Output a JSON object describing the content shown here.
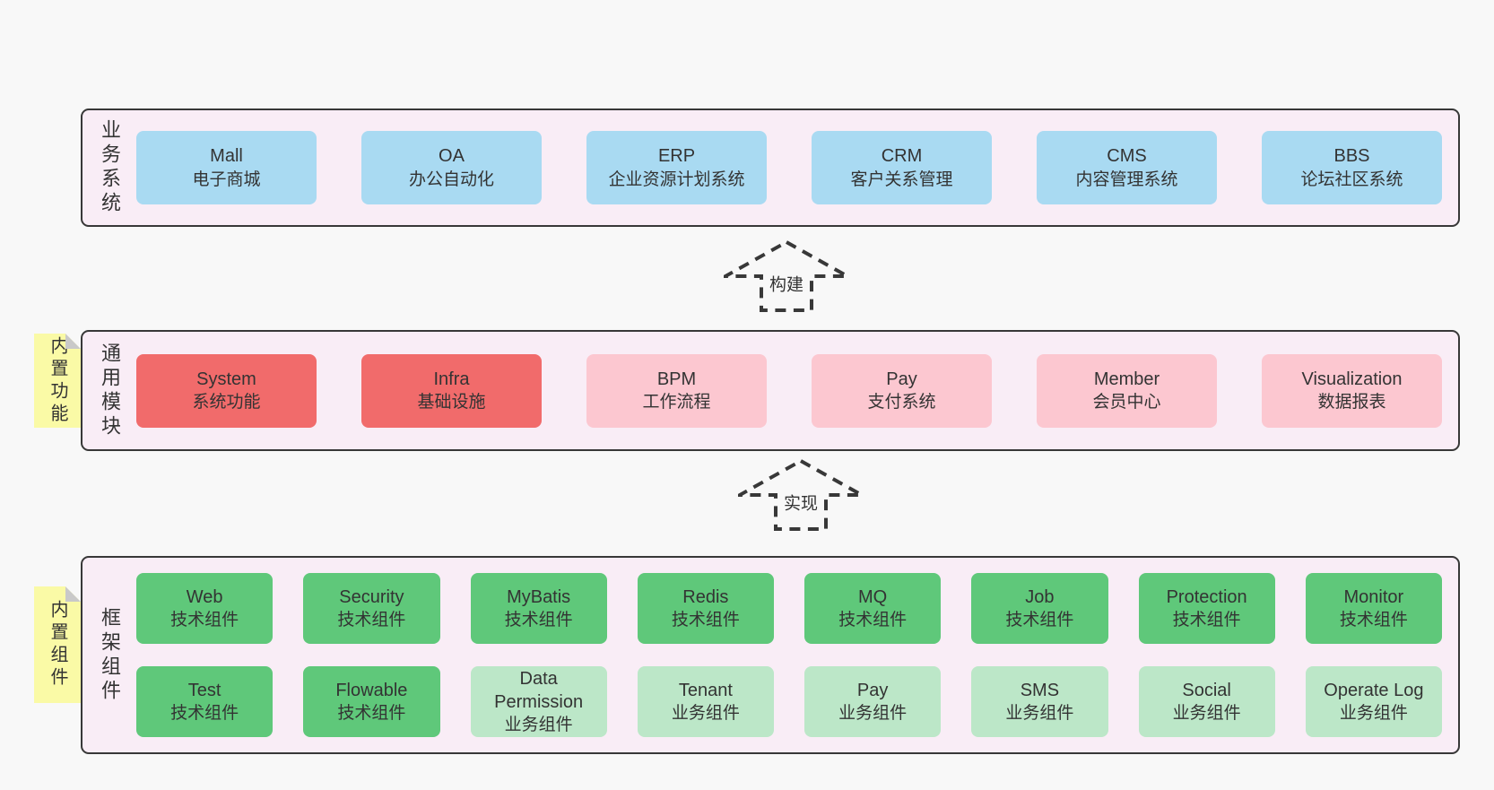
{
  "colors": {
    "page-bg": "#f8f8f8",
    "band-bg": "#f9edf6",
    "band-border": "#383838",
    "c-blue": "#a9daf2",
    "c-red": "#f16b6b",
    "c-pink": "#fcc7d0",
    "c-green": "#5fc87a",
    "c-lightgreen": "#bce7c8",
    "c-yellow": "#fafaa6",
    "c-fold": "#c9c9c9",
    "c-text": "#333333"
  },
  "arrows": [
    {
      "label": "构建"
    },
    {
      "label": "实现"
    }
  ],
  "sections": [
    {
      "label": "业务系统",
      "boxes": [
        {
          "name": "Mall",
          "desc": "电子商城"
        },
        {
          "name": "OA",
          "desc": "办公自动化"
        },
        {
          "name": "ERP",
          "desc": "企业资源计划系统"
        },
        {
          "name": "CRM",
          "desc": "客户关系管理"
        },
        {
          "name": "CMS",
          "desc": "内容管理系统"
        },
        {
          "name": "BBS",
          "desc": "论坛社区系统"
        }
      ]
    },
    {
      "label": "通用模块",
      "note": "内置功能",
      "boxes": [
        {
          "name": "System",
          "desc": "系统功能"
        },
        {
          "name": "Infra",
          "desc": "基础设施"
        },
        {
          "name": "BPM",
          "desc": "工作流程"
        },
        {
          "name": "Pay",
          "desc": "支付系统"
        },
        {
          "name": "Member",
          "desc": "会员中心"
        },
        {
          "name": "Visualization",
          "desc": "数据报表"
        }
      ]
    },
    {
      "label": "框架组件",
      "note": "内置组件",
      "rows": [
        [
          {
            "name": "Web",
            "desc": "技术组件"
          },
          {
            "name": "Security",
            "desc": "技术组件"
          },
          {
            "name": "MyBatis",
            "desc": "技术组件"
          },
          {
            "name": "Redis",
            "desc": "技术组件"
          },
          {
            "name": "MQ",
            "desc": "技术组件"
          },
          {
            "name": "Job",
            "desc": "技术组件"
          },
          {
            "name": "Protection",
            "desc": "技术组件"
          },
          {
            "name": "Monitor",
            "desc": "技术组件"
          }
        ],
        [
          {
            "name": "Test",
            "desc": "技术组件"
          },
          {
            "name": "Flowable",
            "desc": "技术组件"
          },
          {
            "name": "Data Permission",
            "desc": "业务组件"
          },
          {
            "name": "Tenant",
            "desc": "业务组件"
          },
          {
            "name": "Pay",
            "desc": "业务组件"
          },
          {
            "name": "SMS",
            "desc": "业务组件"
          },
          {
            "name": "Social",
            "desc": "业务组件"
          },
          {
            "name": "Operate Log",
            "desc": "业务组件"
          }
        ]
      ]
    }
  ]
}
